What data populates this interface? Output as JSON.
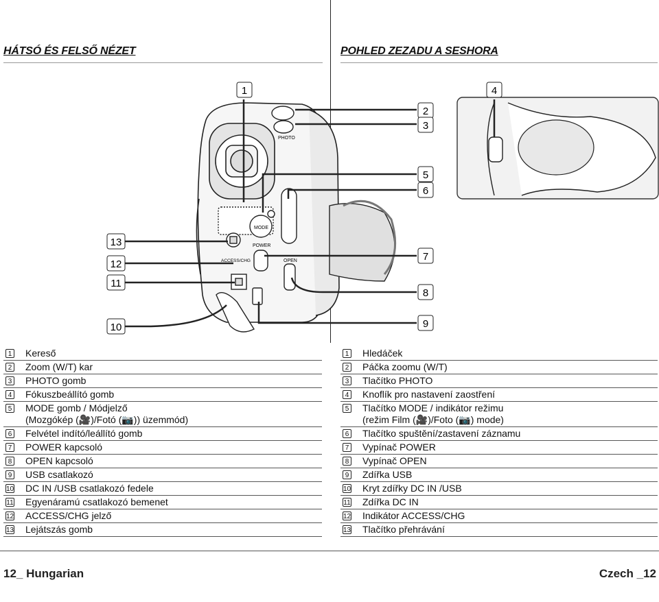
{
  "left": {
    "heading": "HÁTSÓ ÉS FELSŐ NÉZET",
    "items": [
      {
        "num": "1",
        "text": "Kereső"
      },
      {
        "num": "2",
        "text": "Zoom (W/T) kar"
      },
      {
        "num": "3",
        "text": "PHOTO gomb"
      },
      {
        "num": "4",
        "text": "Fókuszbeállító gomb"
      },
      {
        "num": "5",
        "text": "MODE gomb / Módjelző",
        "text2": "(Mozgókép (🎥)/Fotó (📷)) üzemmód)"
      },
      {
        "num": "6",
        "text": "Felvétel indító/leállító gomb"
      },
      {
        "num": "7",
        "text": "POWER kapcsoló"
      },
      {
        "num": "8",
        "text": "OPEN kapcsoló"
      },
      {
        "num": "9",
        "text": "USB csatlakozó"
      },
      {
        "num": "10",
        "text": "DC IN /USB csatlakozó fedele"
      },
      {
        "num": "11",
        "text": "Egyenáramú csatlakozó bemenet"
      },
      {
        "num": "12",
        "text": "ACCESS/CHG jelző"
      },
      {
        "num": "13",
        "text": "Lejátszás gomb"
      }
    ],
    "footer": "12_ Hungarian"
  },
  "right": {
    "heading": "POHLED ZEZADU A SESHORA",
    "items": [
      {
        "num": "1",
        "text": "Hledáček"
      },
      {
        "num": "2",
        "text": "Páčka zoomu (W/T)"
      },
      {
        "num": "3",
        "text": "Tlačítko PHOTO"
      },
      {
        "num": "4",
        "text": "Knoflík pro nastavení zaostření"
      },
      {
        "num": "5",
        "text": "Tlačítko MODE / indikátor režimu",
        "text2": "(režim Film (🎥)/Foto (📷) mode)"
      },
      {
        "num": "6",
        "text": "Tlačítko spuštění/zastavení záznamu"
      },
      {
        "num": "7",
        "text": "Vypínač POWER"
      },
      {
        "num": "8",
        "text": "Vypínač OPEN"
      },
      {
        "num": "9",
        "text": "Zdířka USB"
      },
      {
        "num": "10",
        "text": "Kryt zdířky DC IN /USB"
      },
      {
        "num": "11",
        "text": "Zdířka DC IN"
      },
      {
        "num": "12",
        "text": "Indikátor ACCESS/CHG"
      },
      {
        "num": "13",
        "text": "Tlačítko přehrávání"
      }
    ],
    "footer": "Czech _12"
  },
  "diagram": {
    "callouts": [
      "1",
      "2",
      "3",
      "4",
      "5",
      "6",
      "7",
      "8",
      "9",
      "10",
      "11",
      "12",
      "13"
    ],
    "camera_labels": {
      "mode": "MODE",
      "power": "POWER",
      "access": "ACCESS/CHG",
      "open": "OPEN",
      "photo": "PHOTO"
    }
  }
}
